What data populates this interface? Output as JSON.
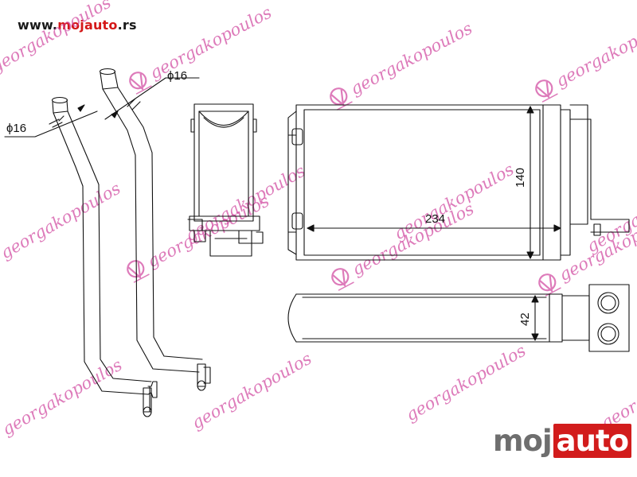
{
  "header": {
    "url_prefix": "www.",
    "url_brand": "mojauto",
    "url_suffix": ".rs"
  },
  "dimensions": {
    "pipe_diameter_left": "ϕ16",
    "pipe_diameter_right": "ϕ16",
    "core_width": "234",
    "core_height": "140",
    "core_depth": "42"
  },
  "watermarks": {
    "text_a": "georgakopoulos",
    "text_b": "georgakopoulos",
    "color": "#d0449e"
  },
  "logo": {
    "part_a": "moj",
    "part_b": "auto",
    "accent_color": "#d21c1c"
  }
}
